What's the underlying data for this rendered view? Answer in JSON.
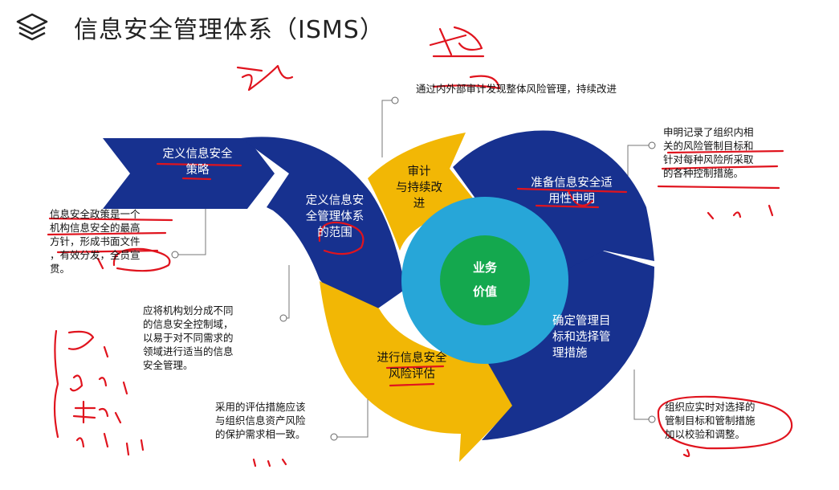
{
  "title": "信息安全管理体系（ISMS）",
  "colors": {
    "navy": "#17318f",
    "yellow": "#f2b705",
    "cyan": "#27a6d8",
    "green": "#14a84e",
    "annotation": "#e0141e"
  },
  "icons": [
    "layers-icon"
  ],
  "core": {
    "line1": "业务",
    "line2": "价值"
  },
  "stages": {
    "policy": {
      "line1": "定义信息安全",
      "line2": "策略"
    },
    "scope": {
      "line1": "定义信息安",
      "line2": "全管理体系",
      "line3": "的范围"
    },
    "assess": {
      "line1": "进行信息安全",
      "line2": "风险评估"
    },
    "control": {
      "line1": "确定管理目",
      "line2": "标和选择管",
      "line3": "理措施"
    },
    "soa": {
      "line1": "准备信息安全适",
      "line2": "用性申明"
    },
    "audit": {
      "line1": "审计",
      "line2": "与持续改",
      "line3": "进"
    }
  },
  "notes": {
    "audit": "通过内外部审计发现整体风险管理，持续改进",
    "soa": {
      "l1": "申明记录了组织内相",
      "l2": "关的风险管制目标和",
      "l3": "针对每种风险所采取",
      "l4": "的各种控制措施。"
    },
    "policy": {
      "l1": "信息安全政策是一个",
      "l2": "机构信息安全的最高",
      "l3": "方针，形成书面文件",
      "l4": "，有效分发，全员宣",
      "l5": "贯。"
    },
    "scope": {
      "l1": "应将机构划分成不同",
      "l2": "的信息安全控制域，",
      "l3": "以易于对不同需求的",
      "l4": "领域进行适当的信息",
      "l5": "安全管理。"
    },
    "assess": {
      "l1": "采用的评估措施应该",
      "l2": "与组织信息资产风险",
      "l3": "的保护需求相一致。"
    },
    "control": {
      "l1": "组织应实时对选择的",
      "l2": "管制目标和管制措施",
      "l3": "加以校验和调整。"
    }
  }
}
